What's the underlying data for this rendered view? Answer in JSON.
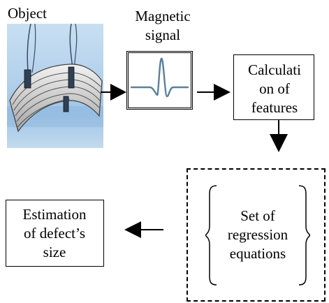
{
  "diagram": {
    "object": {
      "label": "Object"
    },
    "magnetic_signal": {
      "line1": "Magnetic",
      "line2": "signal"
    },
    "features": {
      "line1": "Calculati",
      "line2": "on of",
      "line3": "features"
    },
    "regression": {
      "line1": "Set of",
      "line2": "regression",
      "line3": "equations"
    },
    "estimation": {
      "line1": "Estimation",
      "line2": "of defect’s",
      "line3": "size"
    }
  },
  "colors": {
    "ink": "#000000",
    "signal_wave": "#5b7f9a",
    "object_bg": "#9cc4e6"
  }
}
